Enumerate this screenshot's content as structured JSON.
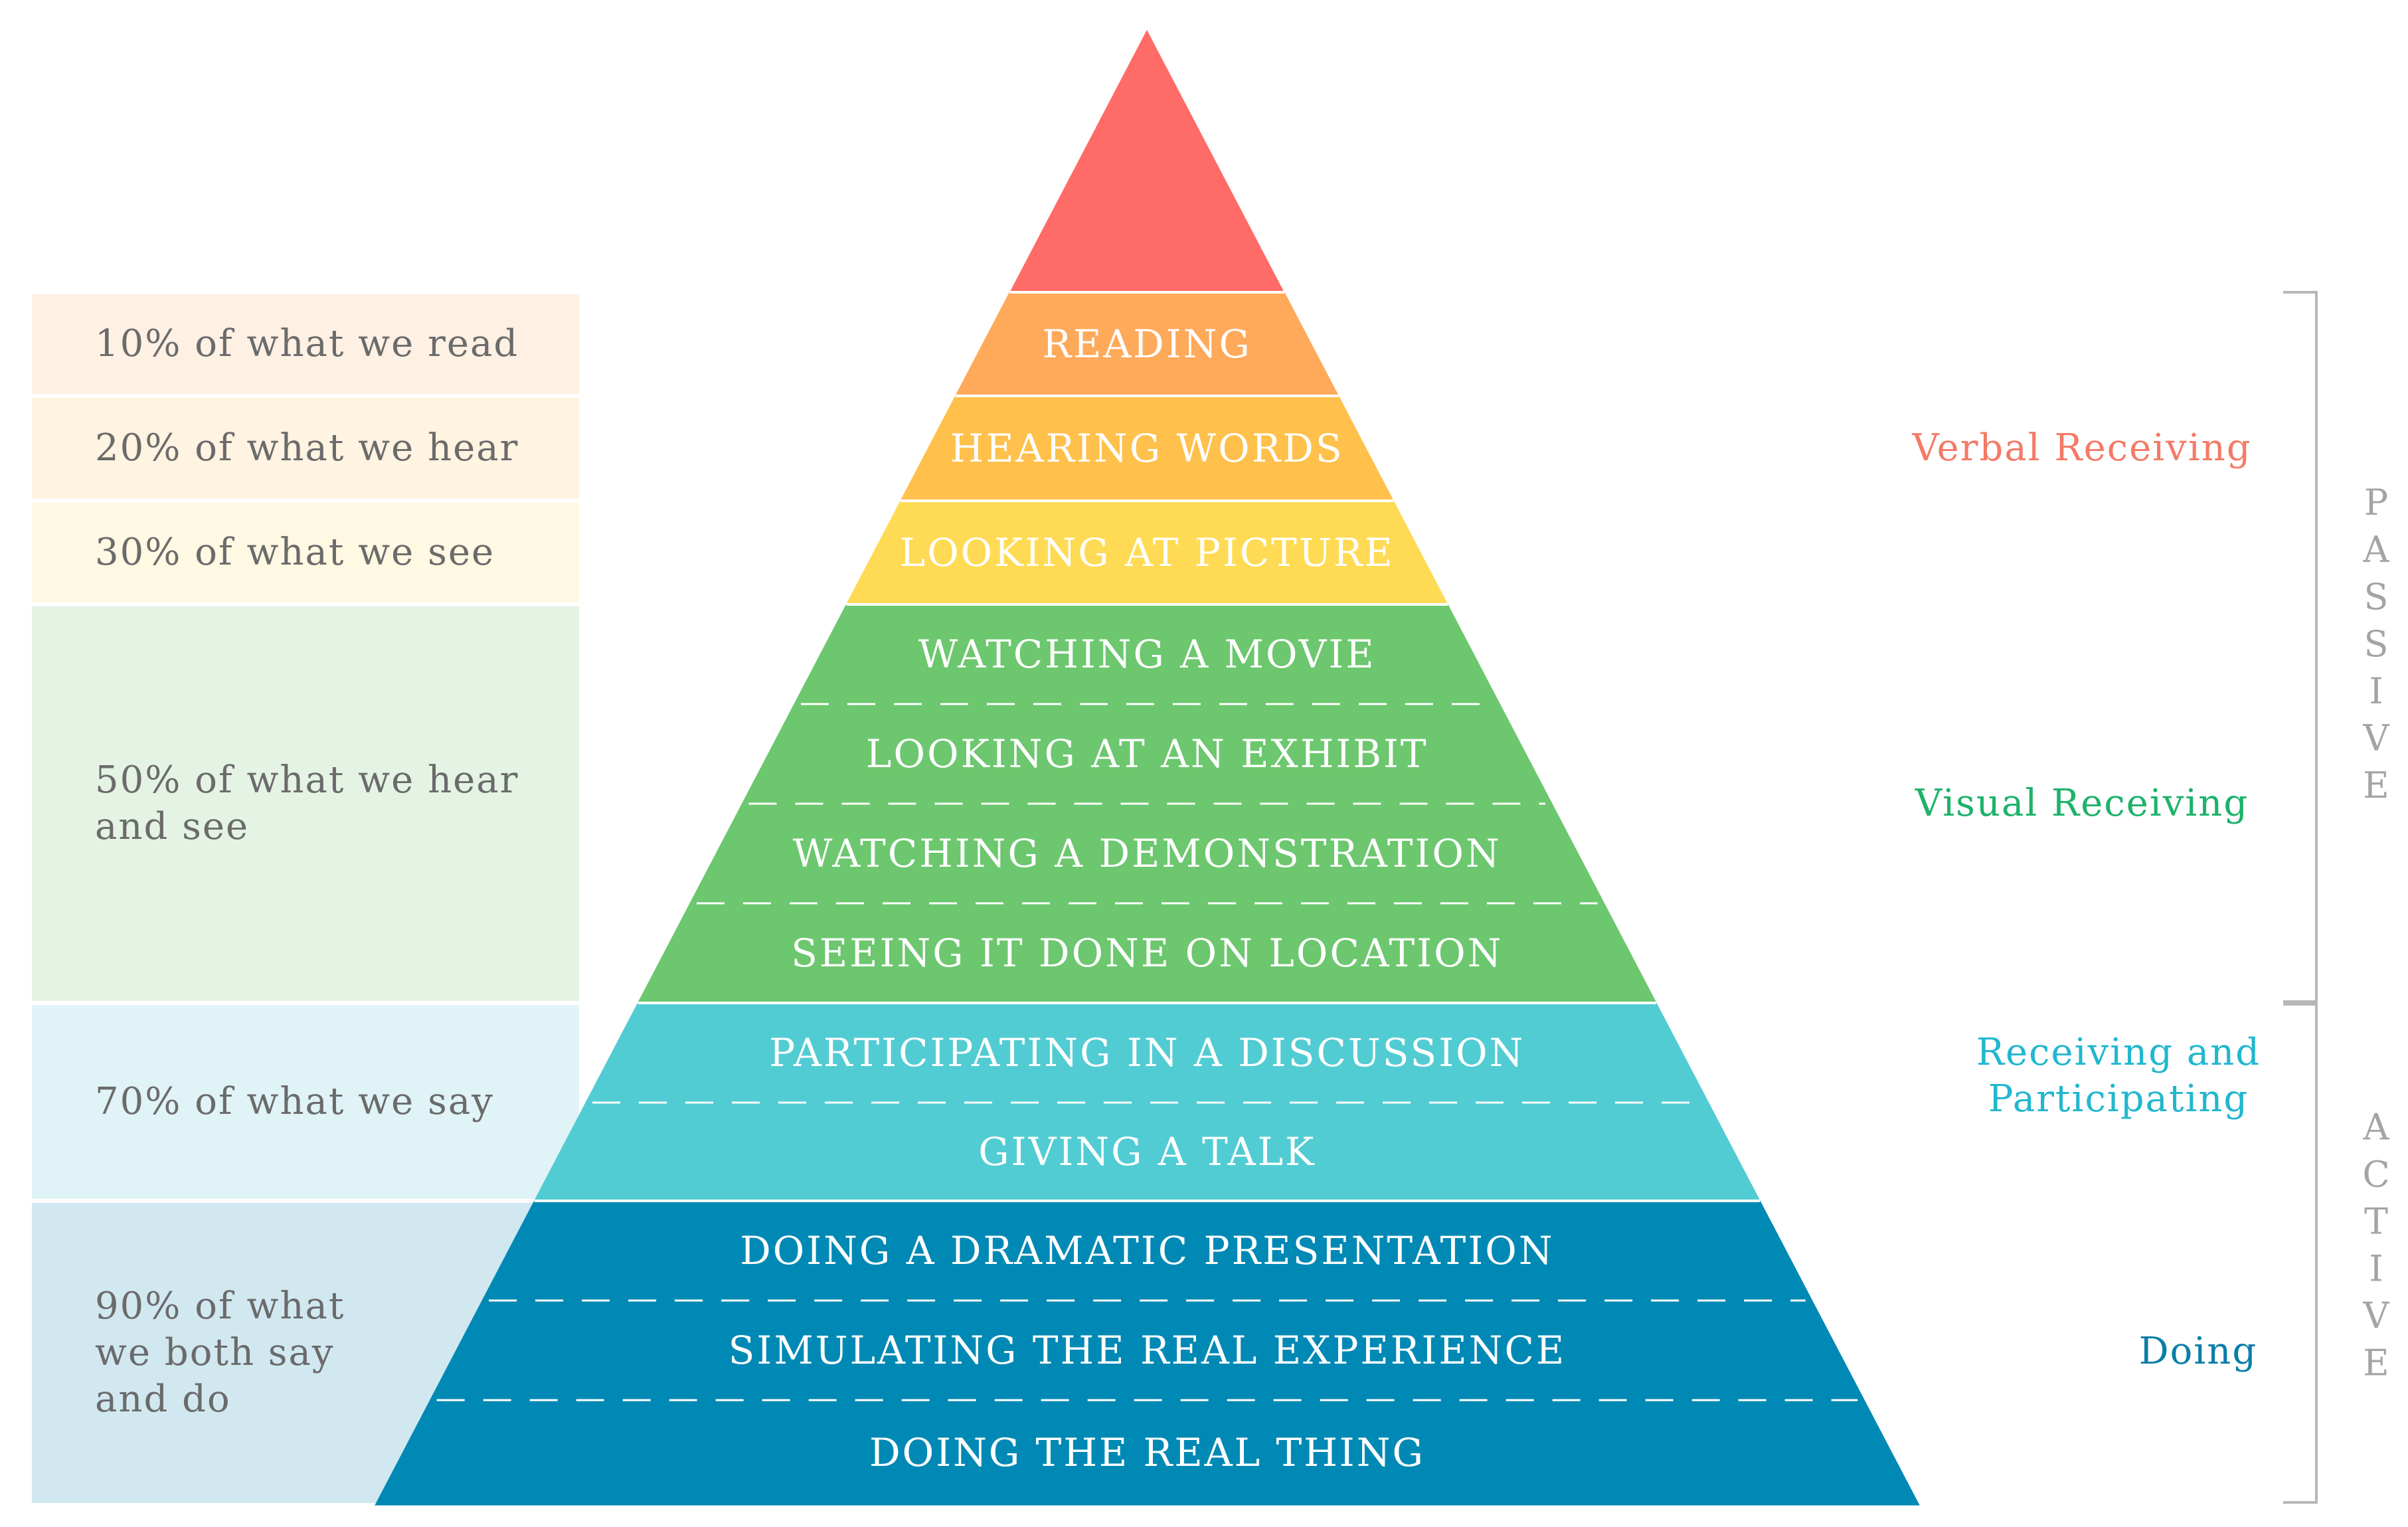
{
  "colors": {
    "tip": "#ff6b66",
    "reading": "#ffa95a",
    "hearing": "#ffc04c",
    "picture": "#ffdb55",
    "visual": "#6cc76e",
    "participating": "#52ccd3",
    "doing": "#0089b5",
    "box_read": "#fff0e4",
    "box_hear": "#fff3e1",
    "box_see": "#fff8e3",
    "box_visual": "#e4f3e4",
    "box_say": "#e0f3f6",
    "box_do": "#d1e8f1",
    "left_text": "#6b6b6b",
    "band_text": "#ffffff",
    "verbal_label": "#f47a67",
    "visual_label": "#1db26a",
    "participating_label": "#21b7cf",
    "doing_label": "#0a7ea8",
    "bracket": "#b7b7b7",
    "vertical_text": "#a4a4a4"
  },
  "bands": [
    {
      "label": "READING",
      "color_key": "reading",
      "divider": false
    },
    {
      "label": "HEARING WORDS",
      "color_key": "hearing",
      "divider": false
    },
    {
      "label": "LOOKING AT PICTURE",
      "color_key": "picture",
      "divider": false
    },
    {
      "label": "WATCHING A MOVIE",
      "color_key": "visual",
      "divider": true
    },
    {
      "label": "LOOKING AT AN EXHIBIT",
      "color_key": "visual",
      "divider": true
    },
    {
      "label": "WATCHING A DEMONSTRATION",
      "color_key": "visual",
      "divider": true
    },
    {
      "label": "SEEING IT DONE ON LOCATION",
      "color_key": "visual",
      "divider": false
    },
    {
      "label": "PARTICIPATING IN A DISCUSSION",
      "color_key": "participating",
      "divider": true
    },
    {
      "label": "GIVING A TALK",
      "color_key": "participating",
      "divider": false
    },
    {
      "label": "DOING A DRAMATIC PRESENTATION",
      "color_key": "doing",
      "divider": true
    },
    {
      "label": "SIMULATING THE REAL EXPERIENCE",
      "color_key": "doing",
      "divider": true
    },
    {
      "label": "DOING THE REAL THING",
      "color_key": "doing",
      "divider": false
    }
  ],
  "retention": [
    {
      "lines": [
        "10% of what we read"
      ],
      "color_key": "box_read"
    },
    {
      "lines": [
        "20% of what we hear"
      ],
      "color_key": "box_hear"
    },
    {
      "lines": [
        "30% of what we see"
      ],
      "color_key": "box_see"
    },
    {
      "lines": [
        "50% of what we hear",
        "and see"
      ],
      "color_key": "box_visual"
    },
    {
      "lines": [
        "70% of what we say"
      ],
      "color_key": "box_say"
    },
    {
      "lines": [
        "90% of what",
        "we both say",
        "and do"
      ],
      "color_key": "box_do"
    }
  ],
  "categories": [
    {
      "lines": [
        "Verbal Receiving"
      ],
      "color_key": "verbal_label"
    },
    {
      "lines": [
        "Visual Receiving"
      ],
      "color_key": "visual_label"
    },
    {
      "lines": [
        "Receiving and",
        "Participating"
      ],
      "color_key": "participating_label"
    },
    {
      "lines": [
        "Doing"
      ],
      "color_key": "doing_label"
    }
  ],
  "modes": [
    {
      "label": "PASSIVE"
    },
    {
      "label": "ACTIVE"
    }
  ]
}
